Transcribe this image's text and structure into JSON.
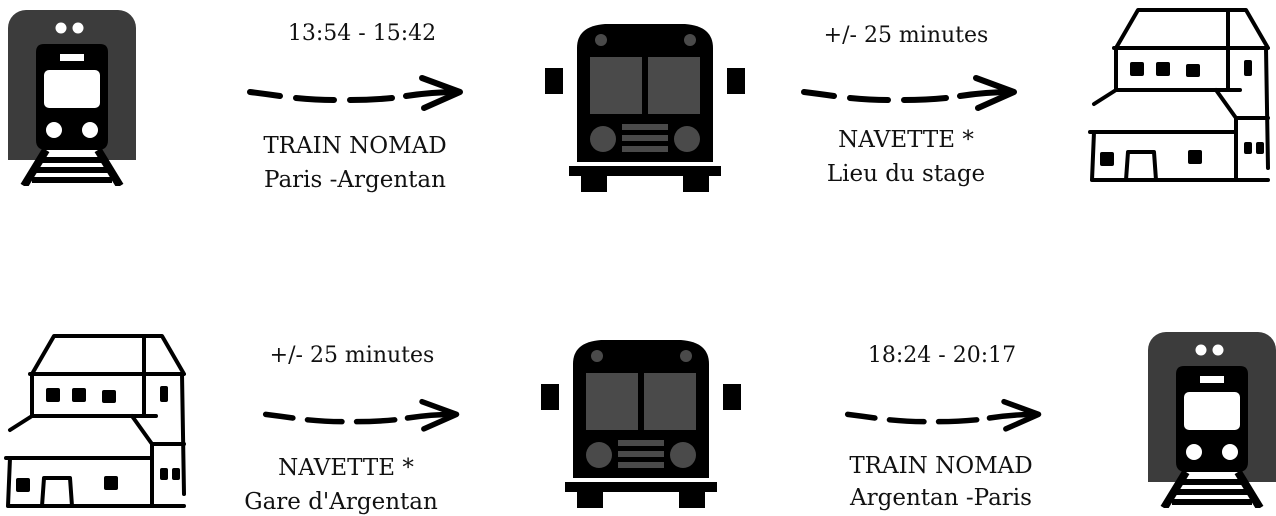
{
  "colors": {
    "ink": "#111111",
    "tile": "#3c3c3c",
    "window": "#ffffff",
    "bus_glass": "#4a4a4a",
    "background": "#ffffff"
  },
  "icons": [
    "train-icon",
    "arrow-icon",
    "bus-icon",
    "house-icon"
  ],
  "outbound": {
    "train_time": "13:54 - 15:42",
    "train_label": "TRAIN NOMAD",
    "train_route": "Paris -Argentan",
    "shuttle_time": "+/- 25 minutes",
    "shuttle_label": "NAVETTE *",
    "shuttle_destination": "Lieu du stage"
  },
  "return": {
    "shuttle_time": "+/- 25 minutes",
    "shuttle_label": "NAVETTE *",
    "shuttle_destination": "Gare d'Argentan",
    "train_time": "18:24 - 20:17",
    "train_label": "TRAIN NOMAD",
    "train_route": "Argentan -Paris"
  }
}
